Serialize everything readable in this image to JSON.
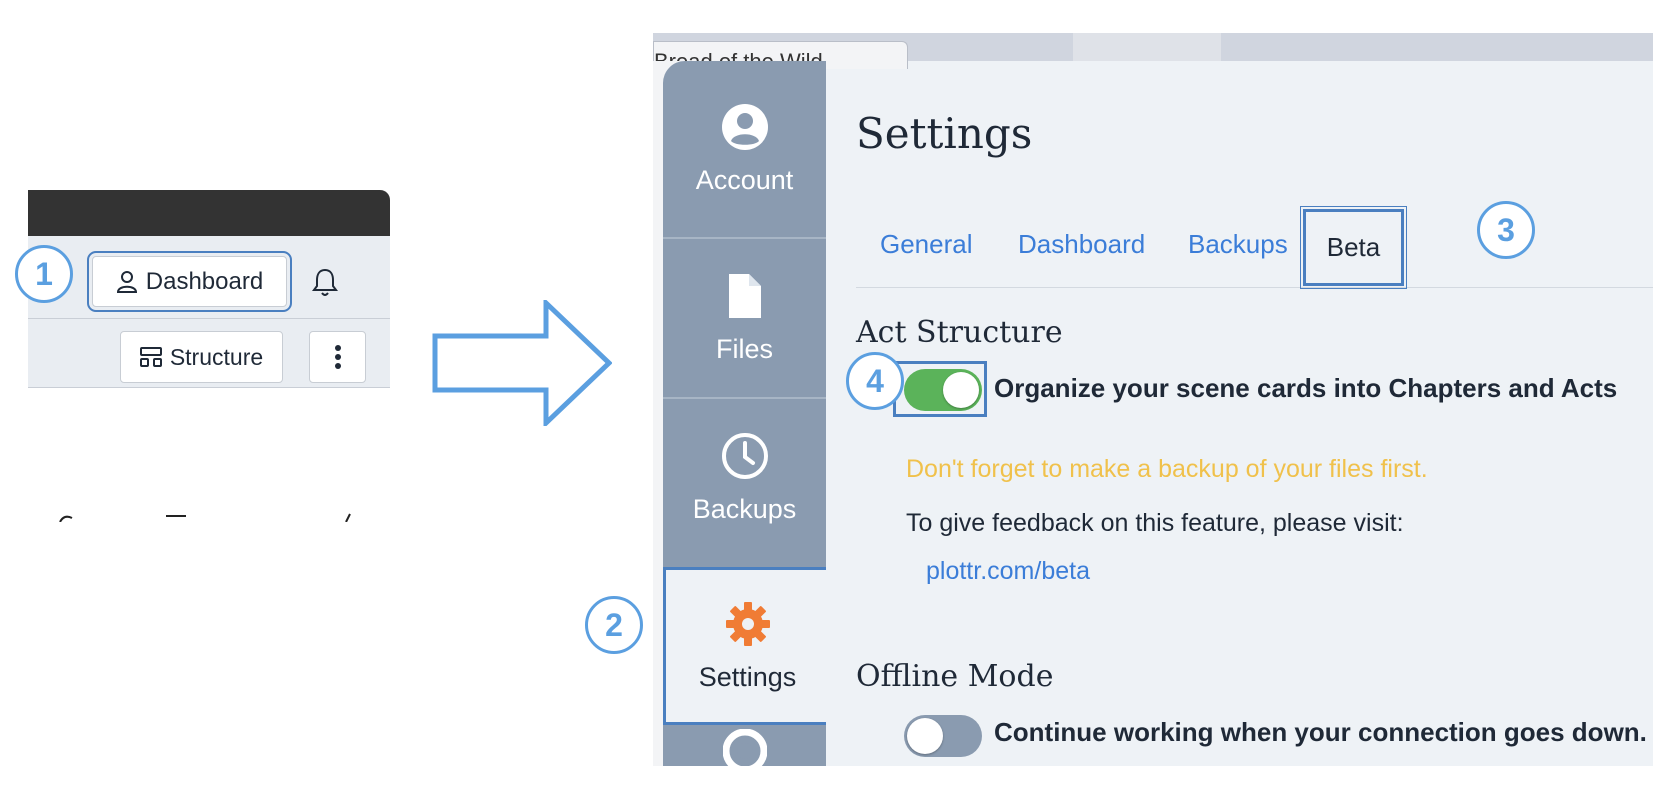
{
  "toolbar": {
    "dashboard_label": "Dashboard",
    "structure_label": "Structure"
  },
  "window": {
    "document_tab": "Bread of the Wild"
  },
  "sidebar": {
    "items": [
      {
        "label": "Account",
        "icon": "user-circle-icon"
      },
      {
        "label": "Files",
        "icon": "file-icon"
      },
      {
        "label": "Backups",
        "icon": "clock-icon"
      },
      {
        "label": "Settings",
        "icon": "gear-icon",
        "selected": true
      }
    ]
  },
  "settings": {
    "title": "Settings",
    "tabs": [
      {
        "label": "General"
      },
      {
        "label": "Dashboard"
      },
      {
        "label": "Backups"
      },
      {
        "label": "Beta",
        "active": true
      }
    ],
    "act_structure": {
      "heading": "Act Structure",
      "toggle_label": "Organize your scene cards into Chapters and Acts",
      "enabled": true,
      "warning": "Don't forget to make a backup of your files first.",
      "feedback_text": "To give feedback on this feature, please visit:",
      "link": "plottr.com/beta"
    },
    "offline_mode": {
      "heading": "Offline Mode",
      "toggle_label": "Continue working when your connection goes down.",
      "enabled": false
    }
  },
  "steps": [
    "1",
    "2",
    "3",
    "4"
  ],
  "colors": {
    "accent": "#3b7dd8",
    "highlight_border": "#4a7fc0",
    "badge": "#5b9fe0",
    "toggle_on": "#5bb35a",
    "sidebar": "#8a9bb0",
    "warning": "#f0c14b",
    "settings_icon": "#f07c35"
  }
}
